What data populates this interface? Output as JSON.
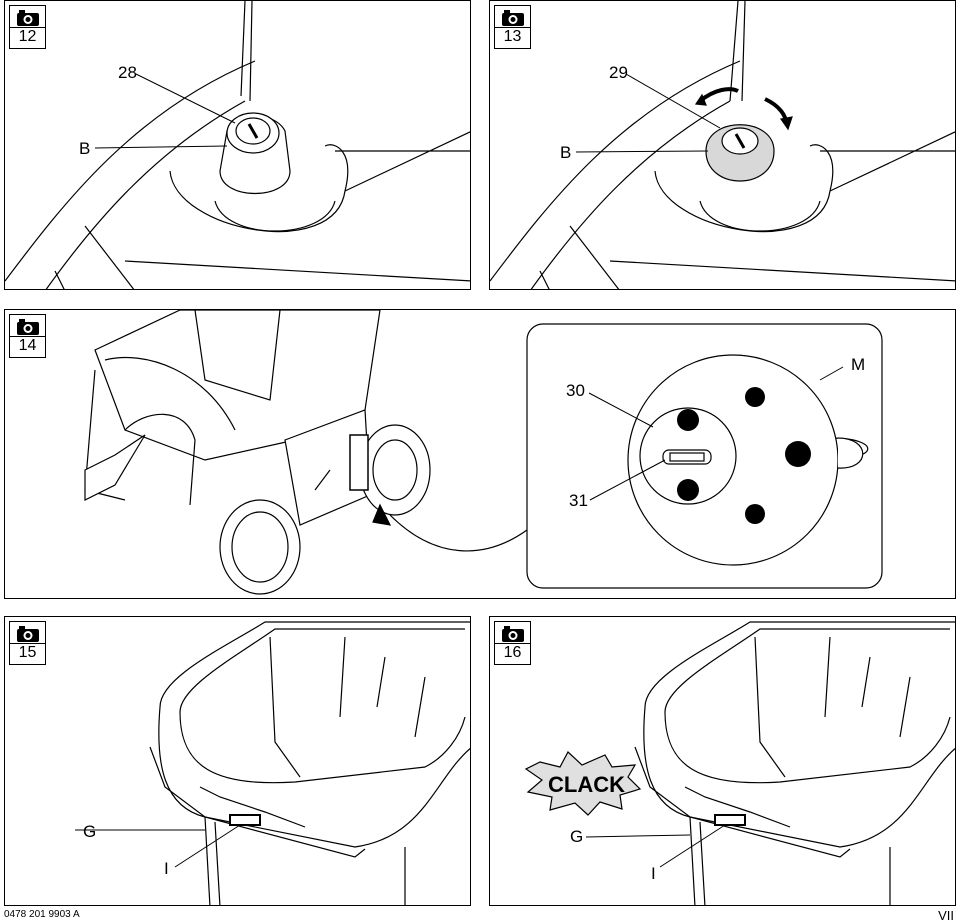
{
  "page": {
    "doc_code": "0478 201 9903 A",
    "page_number": "VII"
  },
  "figures": [
    {
      "number": "12",
      "callouts": [
        "28",
        "B"
      ]
    },
    {
      "number": "13",
      "callouts": [
        "29",
        "B"
      ]
    },
    {
      "number": "14",
      "callouts": [
        "30",
        "31",
        "M"
      ]
    },
    {
      "number": "15",
      "callouts": [
        "G",
        "I"
      ]
    },
    {
      "number": "16",
      "callouts": [
        "G",
        "I"
      ],
      "sound_word": "CLACK"
    }
  ],
  "icons": {
    "figure_badge": "camera-icon"
  }
}
